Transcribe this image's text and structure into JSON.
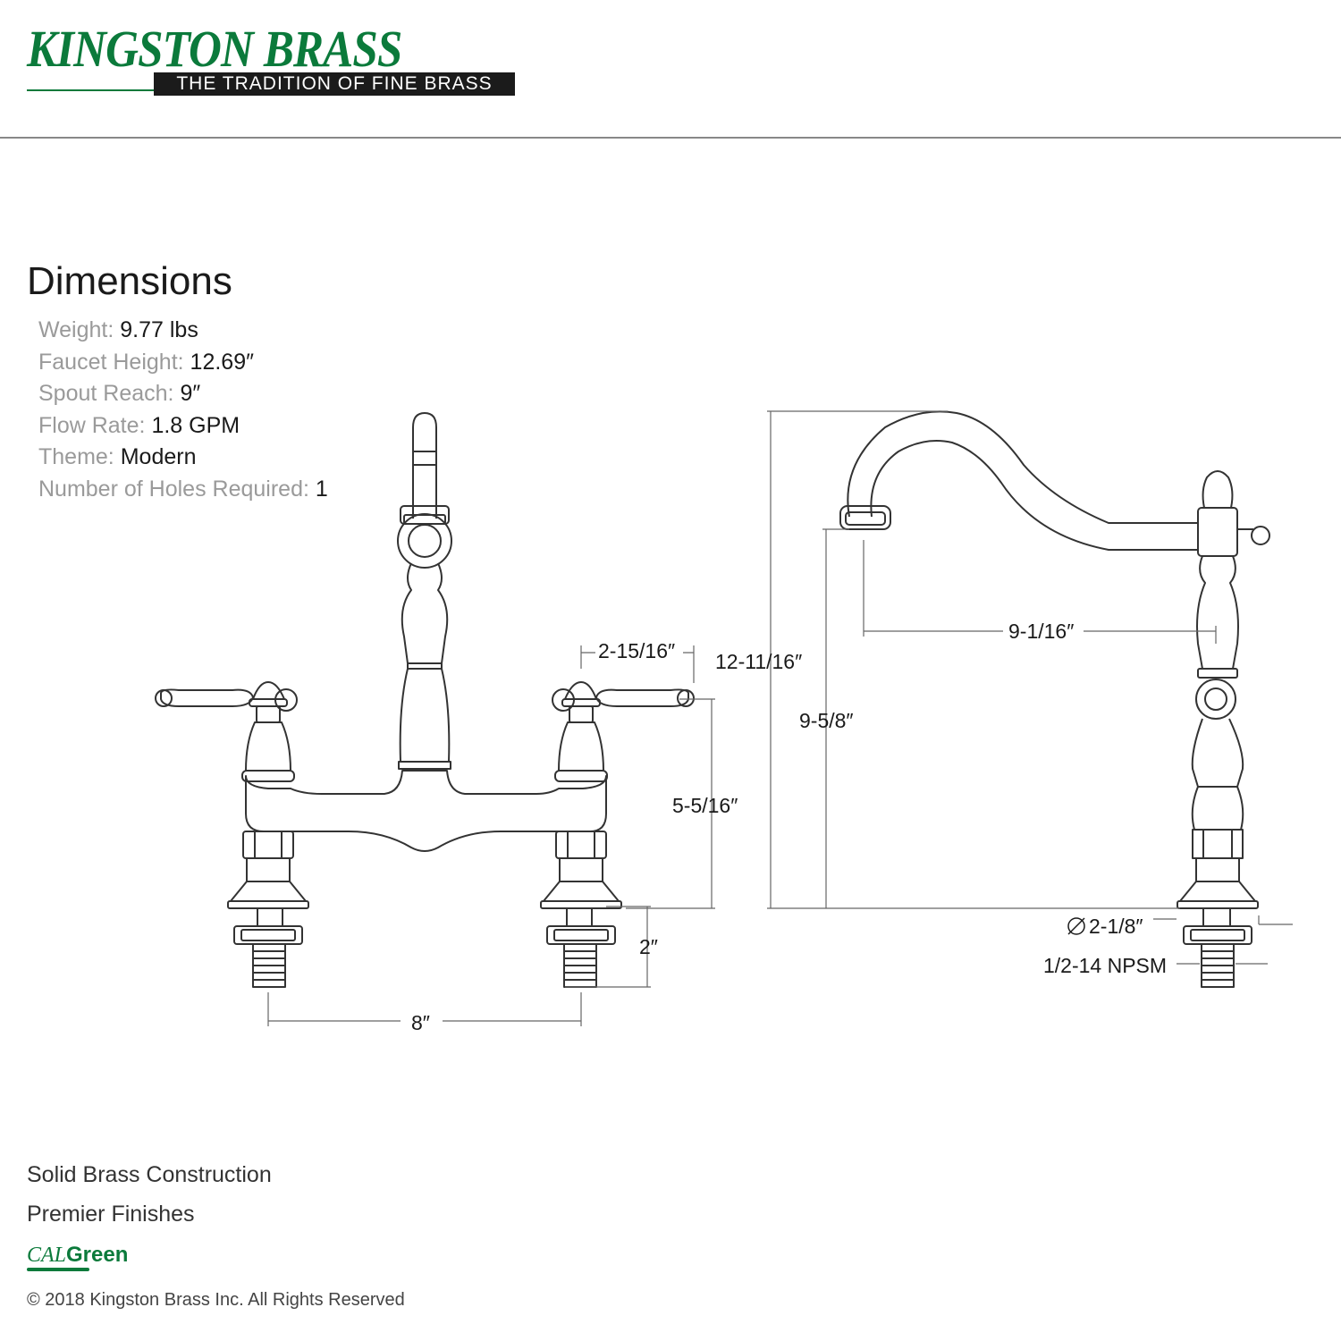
{
  "brand": {
    "name": "KINGSTON BRASS",
    "tagline": "THE TRADITION OF FINE BRASS",
    "color": "#0b7a3b"
  },
  "dimensions": {
    "title": "Dimensions",
    "specs": [
      {
        "label": "Weight:",
        "value": "9.77 lbs"
      },
      {
        "label": "Faucet Height:",
        "value": "12.69″"
      },
      {
        "label": "Spout Reach:",
        "value": "9″"
      },
      {
        "label": "Flow Rate:",
        "value": "1.8 GPM"
      },
      {
        "label": "Theme:",
        "value": "Modern"
      },
      {
        "label": "Number of Holes Required:",
        "value": "1"
      }
    ]
  },
  "diagram": {
    "front": {
      "handle_width": "2-15/16″",
      "deck_height": "5-5/16″",
      "shank_length": "2″",
      "center_spread": "8″"
    },
    "side": {
      "overall_height": "12-11/16″",
      "spout_height": "9-5/8″",
      "spout_reach": "9-1/16″",
      "base_diameter": "2-1/8″",
      "thread": "1/2-14 NPSM"
    }
  },
  "features": {
    "construction": "Solid Brass Construction",
    "finish": "Premier Finishes",
    "cert_cal": "CAL",
    "cert_green": "Green"
  },
  "footer": {
    "copyright": "© 2018 Kingston Brass Inc. All Rights Reserved"
  }
}
